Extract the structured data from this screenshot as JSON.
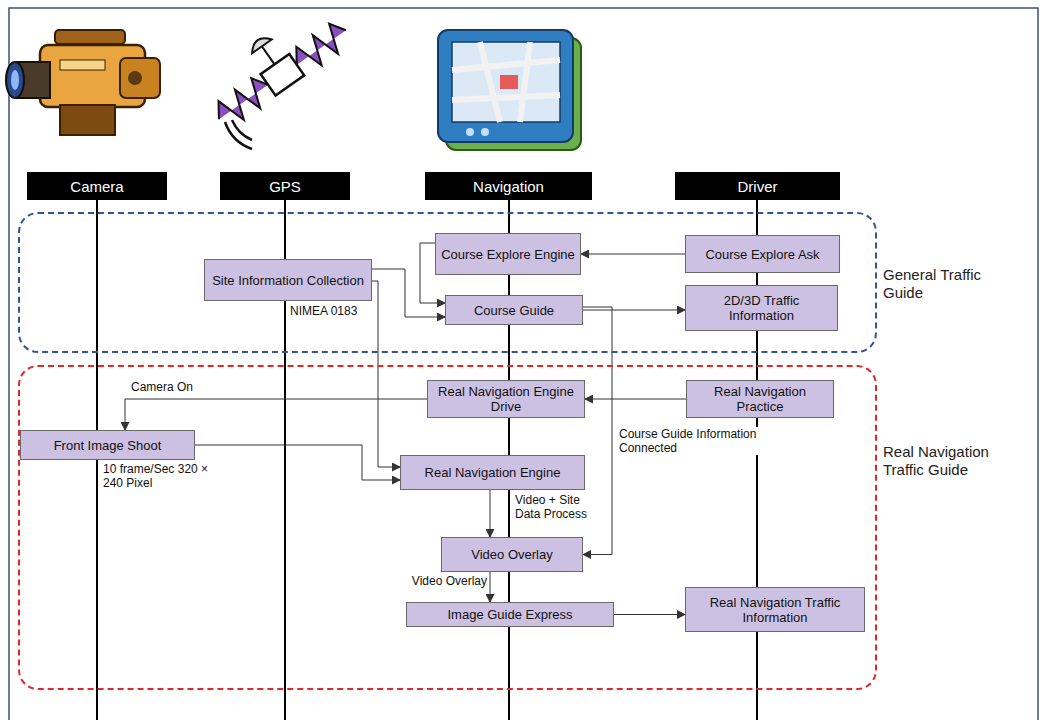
{
  "diagram": {
    "nodes": [
      {
        "text": [
          "Camera"
        ]
      },
      {
        "text": [
          "GPS"
        ]
      },
      {
        "text": [
          "Navigation"
        ]
      },
      {
        "text": [
          "Driver"
        ]
      },
      {
        "text": [
          "General Traffic Guide"
        ]
      },
      {
        "text": [
          "Course Explore Engine"
        ],
        "in": 4
      },
      {
        "text": [
          "Course Explore Ask"
        ],
        "in": 4
      },
      {
        "text": [
          "Site Information Collection"
        ],
        "in": 4
      },
      {
        "text": [
          "Course Guide"
        ],
        "in": 4
      },
      {
        "text": [
          "2D/3D Traffic Information"
        ],
        "in": 4
      },
      {
        "text": [
          "Real Navigation Traffic Guide"
        ]
      },
      {
        "text": [
          "Real Navigation Engine Drive"
        ],
        "in": 10
      },
      {
        "text": [
          "Real Navigation Practice"
        ],
        "in": 10
      },
      {
        "text": [
          "Front Image Shoot"
        ],
        "in": 10
      },
      {
        "text": [
          "Real Navigation Engine"
        ],
        "in": 10
      },
      {
        "text": [
          "Video Overlay"
        ],
        "in": 10
      },
      {
        "text": [
          "Image Guide Express"
        ],
        "in": 10
      },
      {
        "text": [
          "Real Navigation Traffic Information"
        ],
        "in": 10
      }
    ],
    "edges": [
      {
        "from": 6,
        "to": 5,
        "arrow": "to"
      },
      {
        "from": 5,
        "to": 8,
        "arrow": "to"
      },
      {
        "from": 7,
        "to": 8,
        "arrow": "to"
      },
      {
        "from": 8,
        "to": 9,
        "arrow": "to"
      },
      {
        "from": 7,
        "to": 14,
        "arrow": "to"
      },
      {
        "from": 8,
        "to": 15,
        "label": "Course Guide Information Connected",
        "arrow": "to"
      },
      {
        "from": 12,
        "to": 11,
        "arrow": "to"
      },
      {
        "from": 11,
        "to": 13,
        "label": "Camera On",
        "arrow": "to"
      },
      {
        "from": 13,
        "to": 14,
        "arrow": "to"
      },
      {
        "from": 14,
        "to": 15,
        "label": "Video + Site Data Process",
        "arrow": "to"
      },
      {
        "from": 15,
        "to": 16,
        "label": "Video Overlay",
        "arrow": "to"
      },
      {
        "from": 16,
        "to": 17,
        "arrow": "to"
      }
    ],
    "labels": [
      "NIMEA 0183",
      "10 frame/Sec 320 × 240 Pixel"
    ]
  }
}
